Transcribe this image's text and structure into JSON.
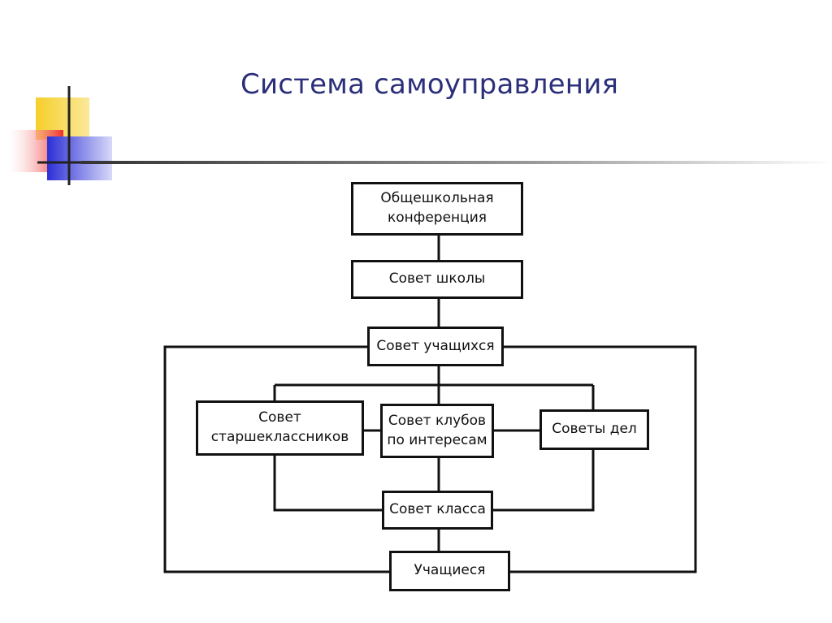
{
  "title": "Система самоуправления",
  "colors": {
    "title": "#2b2f7a",
    "deco_yellow": "#f5cf2a",
    "deco_red": "#ee2d2d",
    "deco_blue": "#2c2fd6",
    "lines": "#111111"
  },
  "nodes": {
    "conference": "Общешкольная\nконференция",
    "school_council": "Совет школы",
    "students_council": "Совет учащихся",
    "seniors_council": "Совет\nстаршеклассников",
    "clubs_council": "Совет клубов\nпо интересам",
    "affairs_councils": "Советы дел",
    "class_council": "Совет класса",
    "students": "Учащиеся"
  }
}
